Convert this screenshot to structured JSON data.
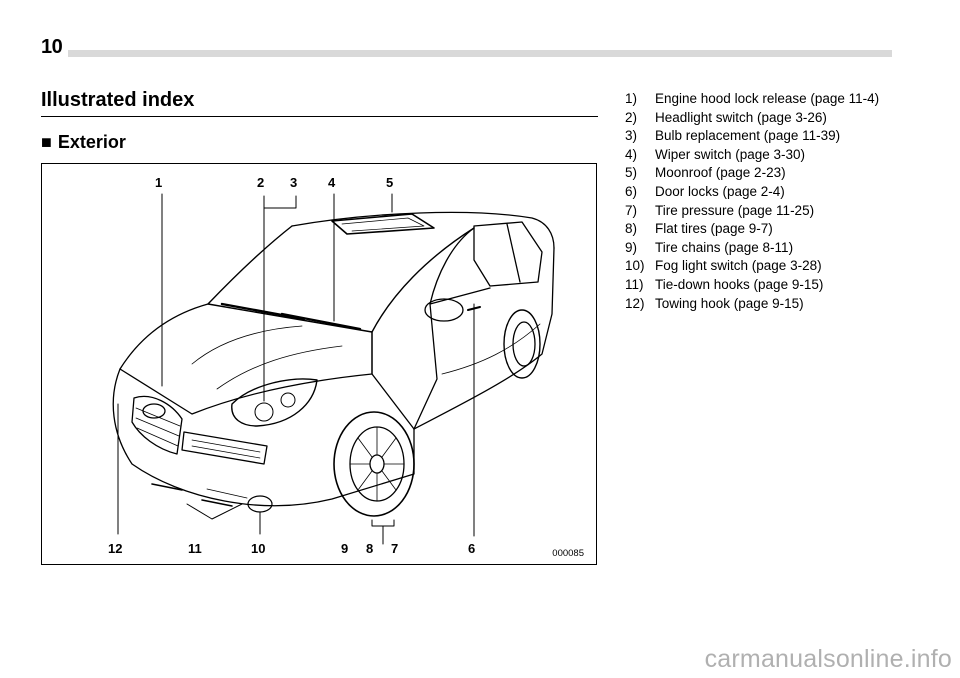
{
  "page_number": "10",
  "section_title": "Illustrated index",
  "subsection": {
    "bullet": "■",
    "title": "Exterior"
  },
  "figure": {
    "code": "000085",
    "callouts": [
      "1",
      "2",
      "3",
      "4",
      "5",
      "6",
      "7",
      "8",
      "9",
      "10",
      "11",
      "12"
    ]
  },
  "index_items": [
    {
      "num": "1)",
      "text": "Engine hood lock release (page 11-4)"
    },
    {
      "num": "2)",
      "text": "Headlight switch (page 3-26)"
    },
    {
      "num": "3)",
      "text": "Bulb replacement (page 11-39)"
    },
    {
      "num": "4)",
      "text": "Wiper switch (page 3-30)"
    },
    {
      "num": "5)",
      "text": "Moonroof (page 2-23)"
    },
    {
      "num": "6)",
      "text": "Door locks (page 2-4)"
    },
    {
      "num": "7)",
      "text": "Tire pressure (page 11-25)"
    },
    {
      "num": "8)",
      "text": "Flat tires (page 9-7)"
    },
    {
      "num": "9)",
      "text": "Tire chains (page 8-11)"
    },
    {
      "num": "10)",
      "text": "Fog light switch (page 3-28)"
    },
    {
      "num": "11)",
      "text": "Tie-down hooks (page 9-15)"
    },
    {
      "num": "12)",
      "text": "Towing hook (page 9-15)"
    }
  ],
  "watermark": "carmanualsonline.info"
}
